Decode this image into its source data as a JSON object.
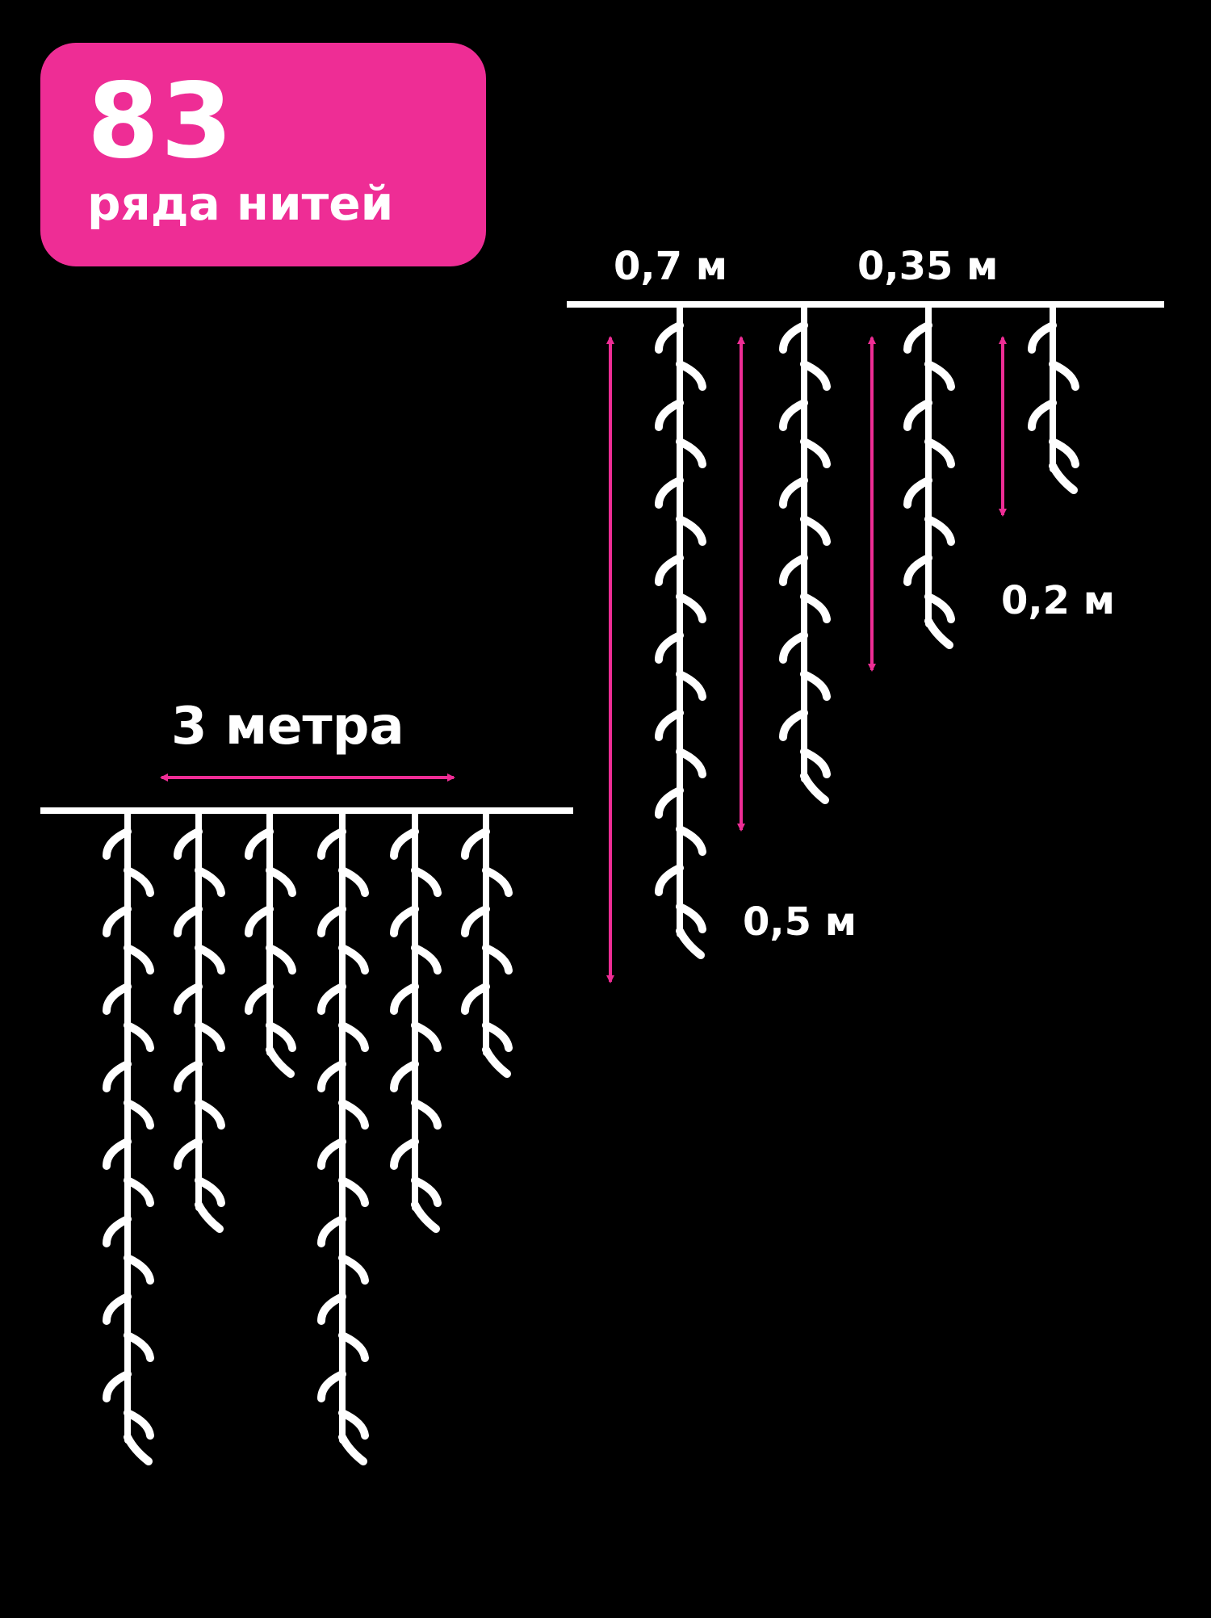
{
  "badge": {
    "count": "83",
    "caption": "ряда нитей"
  },
  "labels": {
    "width": "3 метра",
    "len_07": "0,7 м",
    "len_035": "0,35 м",
    "len_02": "0,2 м",
    "len_05": "0,5 м"
  },
  "colors": {
    "background": "#000000",
    "accent": "#ee2d95",
    "strand": "#ffffff"
  },
  "diagram": {
    "curtain_strand_bulbs": [
      8,
      5,
      3,
      8,
      5,
      3
    ],
    "detail_strand_lengths_m": [
      0.7,
      0.5,
      0.35,
      0.2
    ]
  }
}
